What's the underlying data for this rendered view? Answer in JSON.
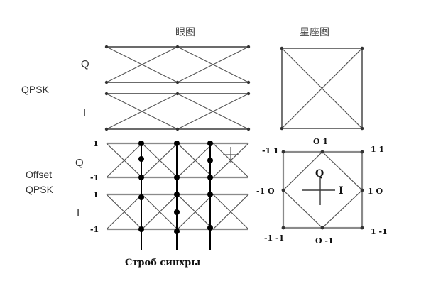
{
  "titles": {
    "eye": "眼图",
    "constellation": "星座图"
  },
  "row_labels": {
    "qpsk": "QPSK",
    "offset_line1": "Offset",
    "offset_line2": "QPSK",
    "q": "Q",
    "i": "I"
  },
  "levels": {
    "plus_one": "1",
    "minus_one": "-1"
  },
  "constellation_points": {
    "top": "O 1",
    "top_left": "-1 1",
    "top_right": "1 1",
    "left": "-1 O",
    "right": "1 O",
    "bottom_left": "-1 -1",
    "bottom": "O -1",
    "bottom_right": "1 -1"
  },
  "axes": {
    "q": "Q",
    "i": "I"
  },
  "caption": "Строб синхры"
}
